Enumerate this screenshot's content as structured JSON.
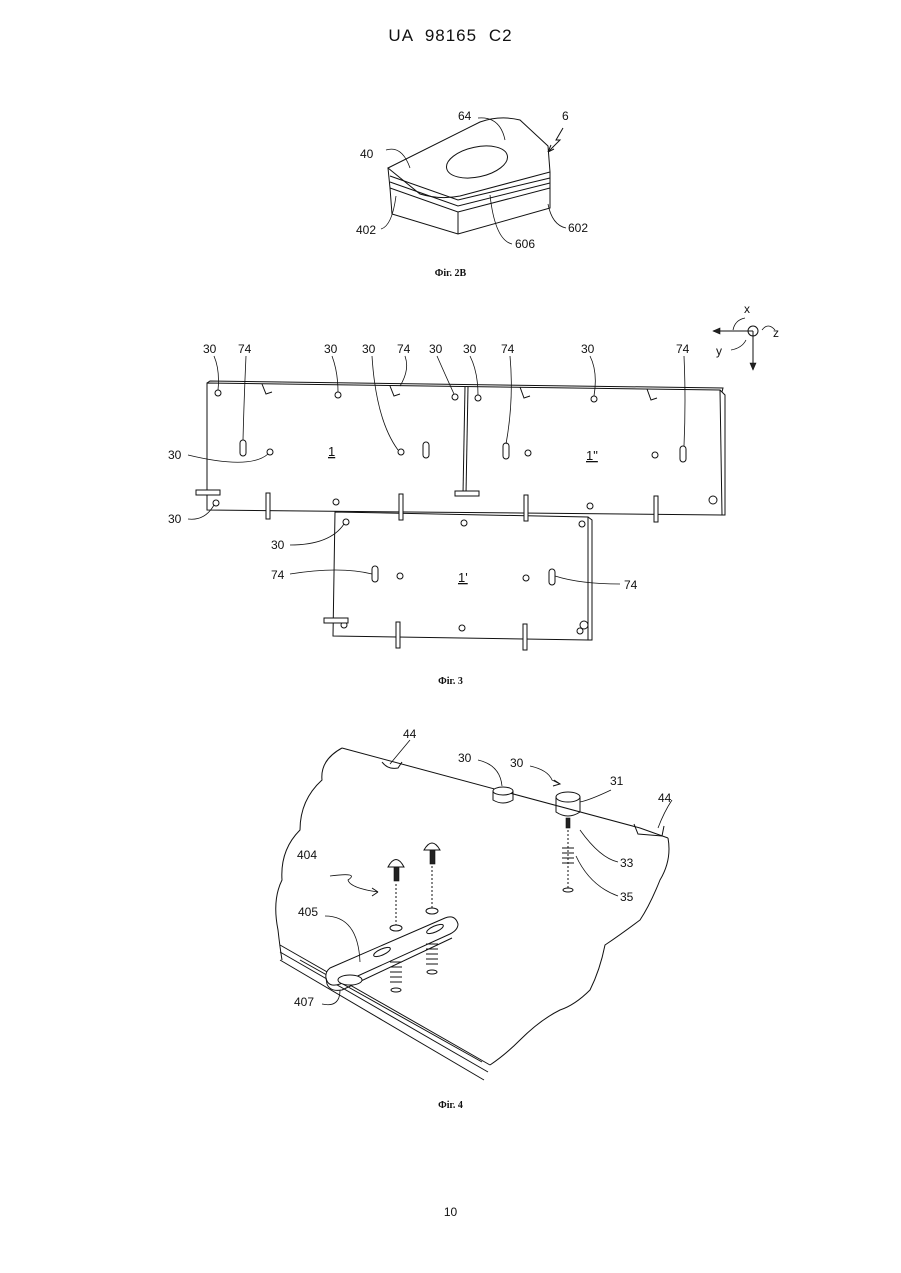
{
  "header": {
    "patent_number": "UA   98165   C2"
  },
  "fig2b": {
    "caption": "Фіг. 2В",
    "labels": {
      "l64": "64",
      "l6": "6",
      "l40": "40",
      "l402": "402",
      "l602": "602",
      "l606": "606"
    }
  },
  "fig3": {
    "caption": "Фіг. 3",
    "axes": {
      "x": "x",
      "y": "y",
      "z": "z"
    },
    "panels": {
      "p1": "1",
      "p1pp": "1\"",
      "p1p": "1'"
    },
    "labels": {
      "t30a": "30",
      "t74a": "74",
      "t30b": "30",
      "t30c": "30",
      "t74b": "74",
      "t30d": "30",
      "t30e": "30",
      "t74c": "74",
      "t30f": "30",
      "t74d": "74",
      "l30a": "30",
      "l30b": "30",
      "l30c": "30",
      "l74a": "74",
      "r74": "74"
    }
  },
  "fig4": {
    "caption": "Фіг. 4",
    "labels": {
      "l44a": "44",
      "l30a": "30",
      "l30b": "30",
      "l31": "31",
      "l44b": "44",
      "l33": "33",
      "l35": "35",
      "l404": "404",
      "l405": "405",
      "l407": "407"
    }
  },
  "page_number": "10"
}
